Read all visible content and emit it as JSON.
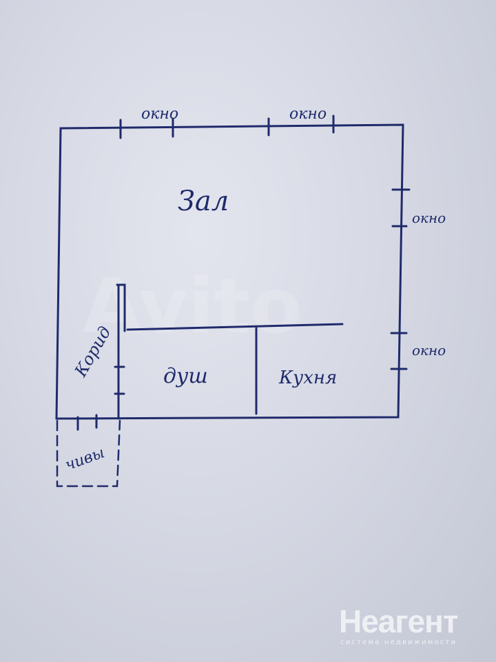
{
  "plan": {
    "rooms": {
      "hall": "Зал",
      "corridor": "Корид",
      "shower": "душ",
      "kitchen": "Кухня",
      "porch": "чивы"
    },
    "windows": [
      "окно",
      "окно",
      "окно",
      "окно"
    ]
  },
  "watermarks": {
    "avito": "Avito",
    "agency": "Неагент",
    "agency_tagline": "система недвижимости"
  }
}
